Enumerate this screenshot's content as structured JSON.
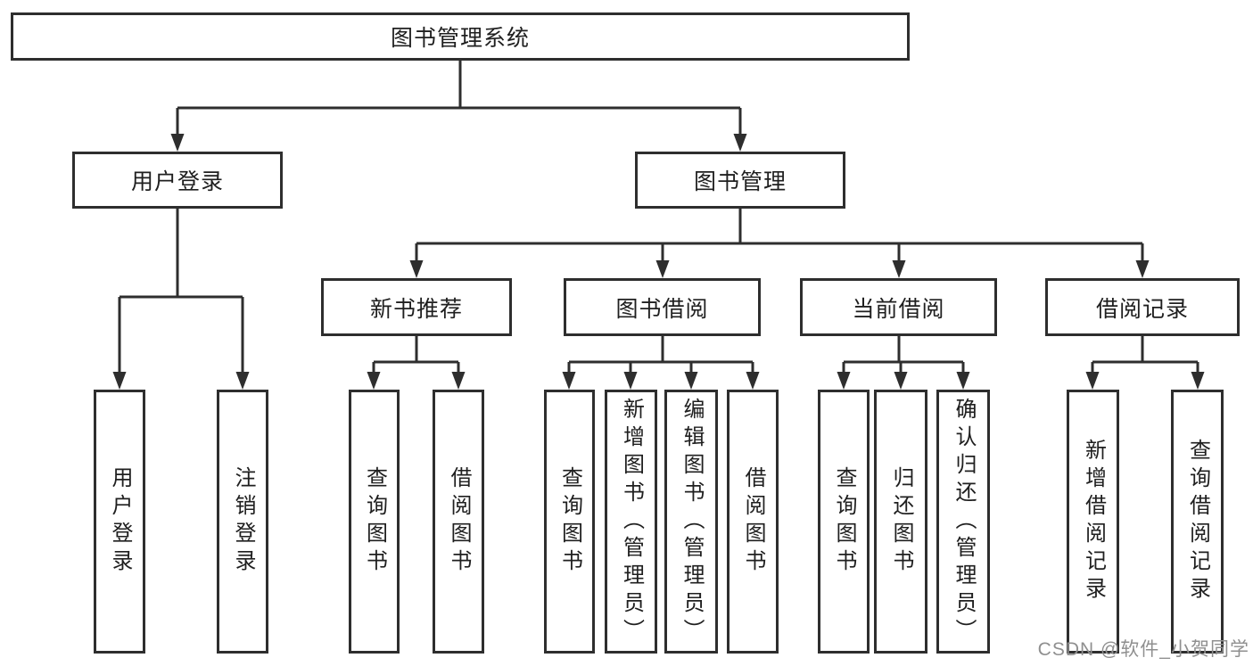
{
  "tree": {
    "label": "图书管理系统",
    "children": [
      {
        "label": "用户登录",
        "children": [
          {
            "label": "用户登录"
          },
          {
            "label": "注销登录"
          }
        ]
      },
      {
        "label": "图书管理",
        "children": [
          {
            "label": "新书推荐",
            "children": [
              {
                "label": "查询图书"
              },
              {
                "label": "借阅图书"
              }
            ]
          },
          {
            "label": "图书借阅",
            "children": [
              {
                "label": "查询图书"
              },
              {
                "label": "新增图书（管理员）"
              },
              {
                "label": "编辑图书（管理员）"
              },
              {
                "label": "借阅图书"
              }
            ]
          },
          {
            "label": "当前借阅",
            "children": [
              {
                "label": "查询图书"
              },
              {
                "label": "归还图书"
              },
              {
                "label": "确认归还（管理员）"
              }
            ]
          },
          {
            "label": "借阅记录",
            "children": [
              {
                "label": "新增借阅记录"
              },
              {
                "label": "查询借阅记录"
              }
            ]
          }
        ]
      }
    ]
  },
  "watermark": {
    "text": "CSDN @软件_小贺同学"
  },
  "colors": {
    "line": "#2e2e2e",
    "text": "#1f1f1f",
    "background": "#ffffff",
    "watermark": "#8f8f8f"
  }
}
